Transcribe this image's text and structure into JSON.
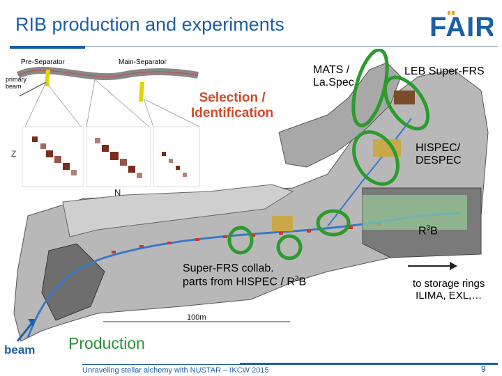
{
  "slide": {
    "title": "RIB production and experiments",
    "logo_text": "FAIR",
    "footer": "Unraveling stellar alchemy with NUSTAR – IKCW 2015",
    "page_number": "9"
  },
  "figure": {
    "pre_separator": "Pre-Separator",
    "main_separator": "Main-Separator",
    "primary_beam_line1": "primary",
    "primary_beam_line2": "beam",
    "z_axis": "Z",
    "north": "N",
    "scale_bar": "100m"
  },
  "labels": {
    "selection_line1": "Selection /",
    "selection_line2": "Identification",
    "mats_line1": "MATS /",
    "mats_line2": "La.Spec",
    "leb": "LEB Super-FRS",
    "hispec_line1": "HISPEC/",
    "hispec_line2": "DESPEC",
    "r3b_base": "R",
    "r3b_sup": "3",
    "r3b_tail": "B",
    "collab_line1": "Super-FRS collab.",
    "collab_line2_base": "parts from HISPEC / R",
    "collab_line2_sup": "3",
    "collab_line2_tail": "B",
    "storage_line1": "to storage rings",
    "storage_line2": "ILIMA, EXL,…",
    "beam": "beam",
    "production": "Production"
  },
  "colors": {
    "title_blue": "#1b5fa8",
    "selection_red": "#d04a2b",
    "production_green": "#28933a",
    "ring_green": "#2e9a2e",
    "facility_gray": "#9a9a9a"
  }
}
